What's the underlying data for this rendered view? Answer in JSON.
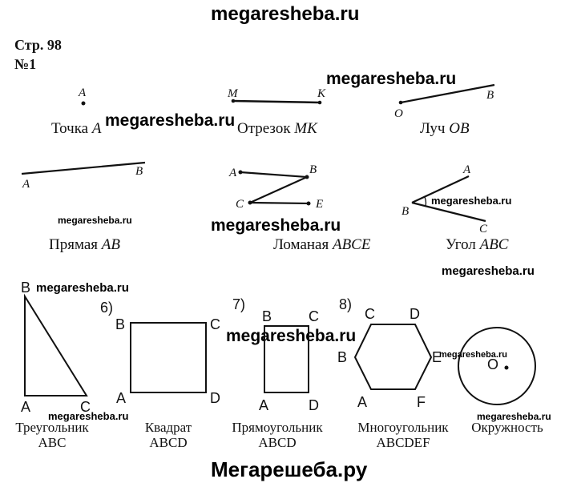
{
  "watermarks": {
    "top": "megaresheba.ru",
    "w_ray": "megaresheba.ru",
    "w_point": "megaresheba.ru",
    "w_line": "megaresheba.ru",
    "w_polyline": "megaresheba.ru",
    "w_angle": "megaresheba.ru",
    "w_angle_below": "megaresheba.ru",
    "w_triangle": "megaresheba.ru",
    "w_rect": "megaresheba.ru",
    "w_circle": "megaresheba.ru",
    "w_bottom_left": "megaresheba.ru",
    "w_bottom_right": "megaresheba.ru",
    "bottom": "Мегарешеба.ру"
  },
  "header": {
    "page": "Стр. 98",
    "task": "№1"
  },
  "row1": {
    "point": {
      "caption": "Точка ",
      "name": "A",
      "label": "A"
    },
    "segment": {
      "caption": "Отрезок ",
      "name": "MK",
      "labels": [
        "M",
        "K"
      ]
    },
    "ray": {
      "caption": "Луч ",
      "name": "OB",
      "labels": [
        "O",
        "B"
      ]
    }
  },
  "row2": {
    "line": {
      "caption": "Прямая ",
      "name": "AB",
      "labels": [
        "A",
        "B"
      ]
    },
    "polyline": {
      "caption": "Ломаная ",
      "name": "ABCE",
      "labels": [
        "A",
        "B",
        "C",
        "E"
      ]
    },
    "angle": {
      "caption": "Угол ",
      "name": "ABC",
      "labels": [
        "A",
        "B",
        "C"
      ]
    }
  },
  "row3": {
    "triangle": {
      "line1": "Треугольник",
      "line2": "ABC",
      "labels": [
        "B",
        "A",
        "C"
      ]
    },
    "square": {
      "number": "6)",
      "line1": "Квадрат",
      "line2": "ABCD",
      "labels": [
        "B",
        "C",
        "A",
        "D"
      ]
    },
    "rectangle": {
      "number": "7)",
      "line1": "Прямоугольник",
      "line2": "ABCD",
      "labels": [
        "B",
        "C",
        "A",
        "D"
      ]
    },
    "polygon": {
      "number": "8)",
      "line1": "Многоугольник",
      "line2": "ABCDEF",
      "labels": [
        "C",
        "D",
        "B",
        "E",
        "A",
        "F"
      ]
    },
    "circle": {
      "line1": "Окружность",
      "center_label": "O"
    }
  }
}
